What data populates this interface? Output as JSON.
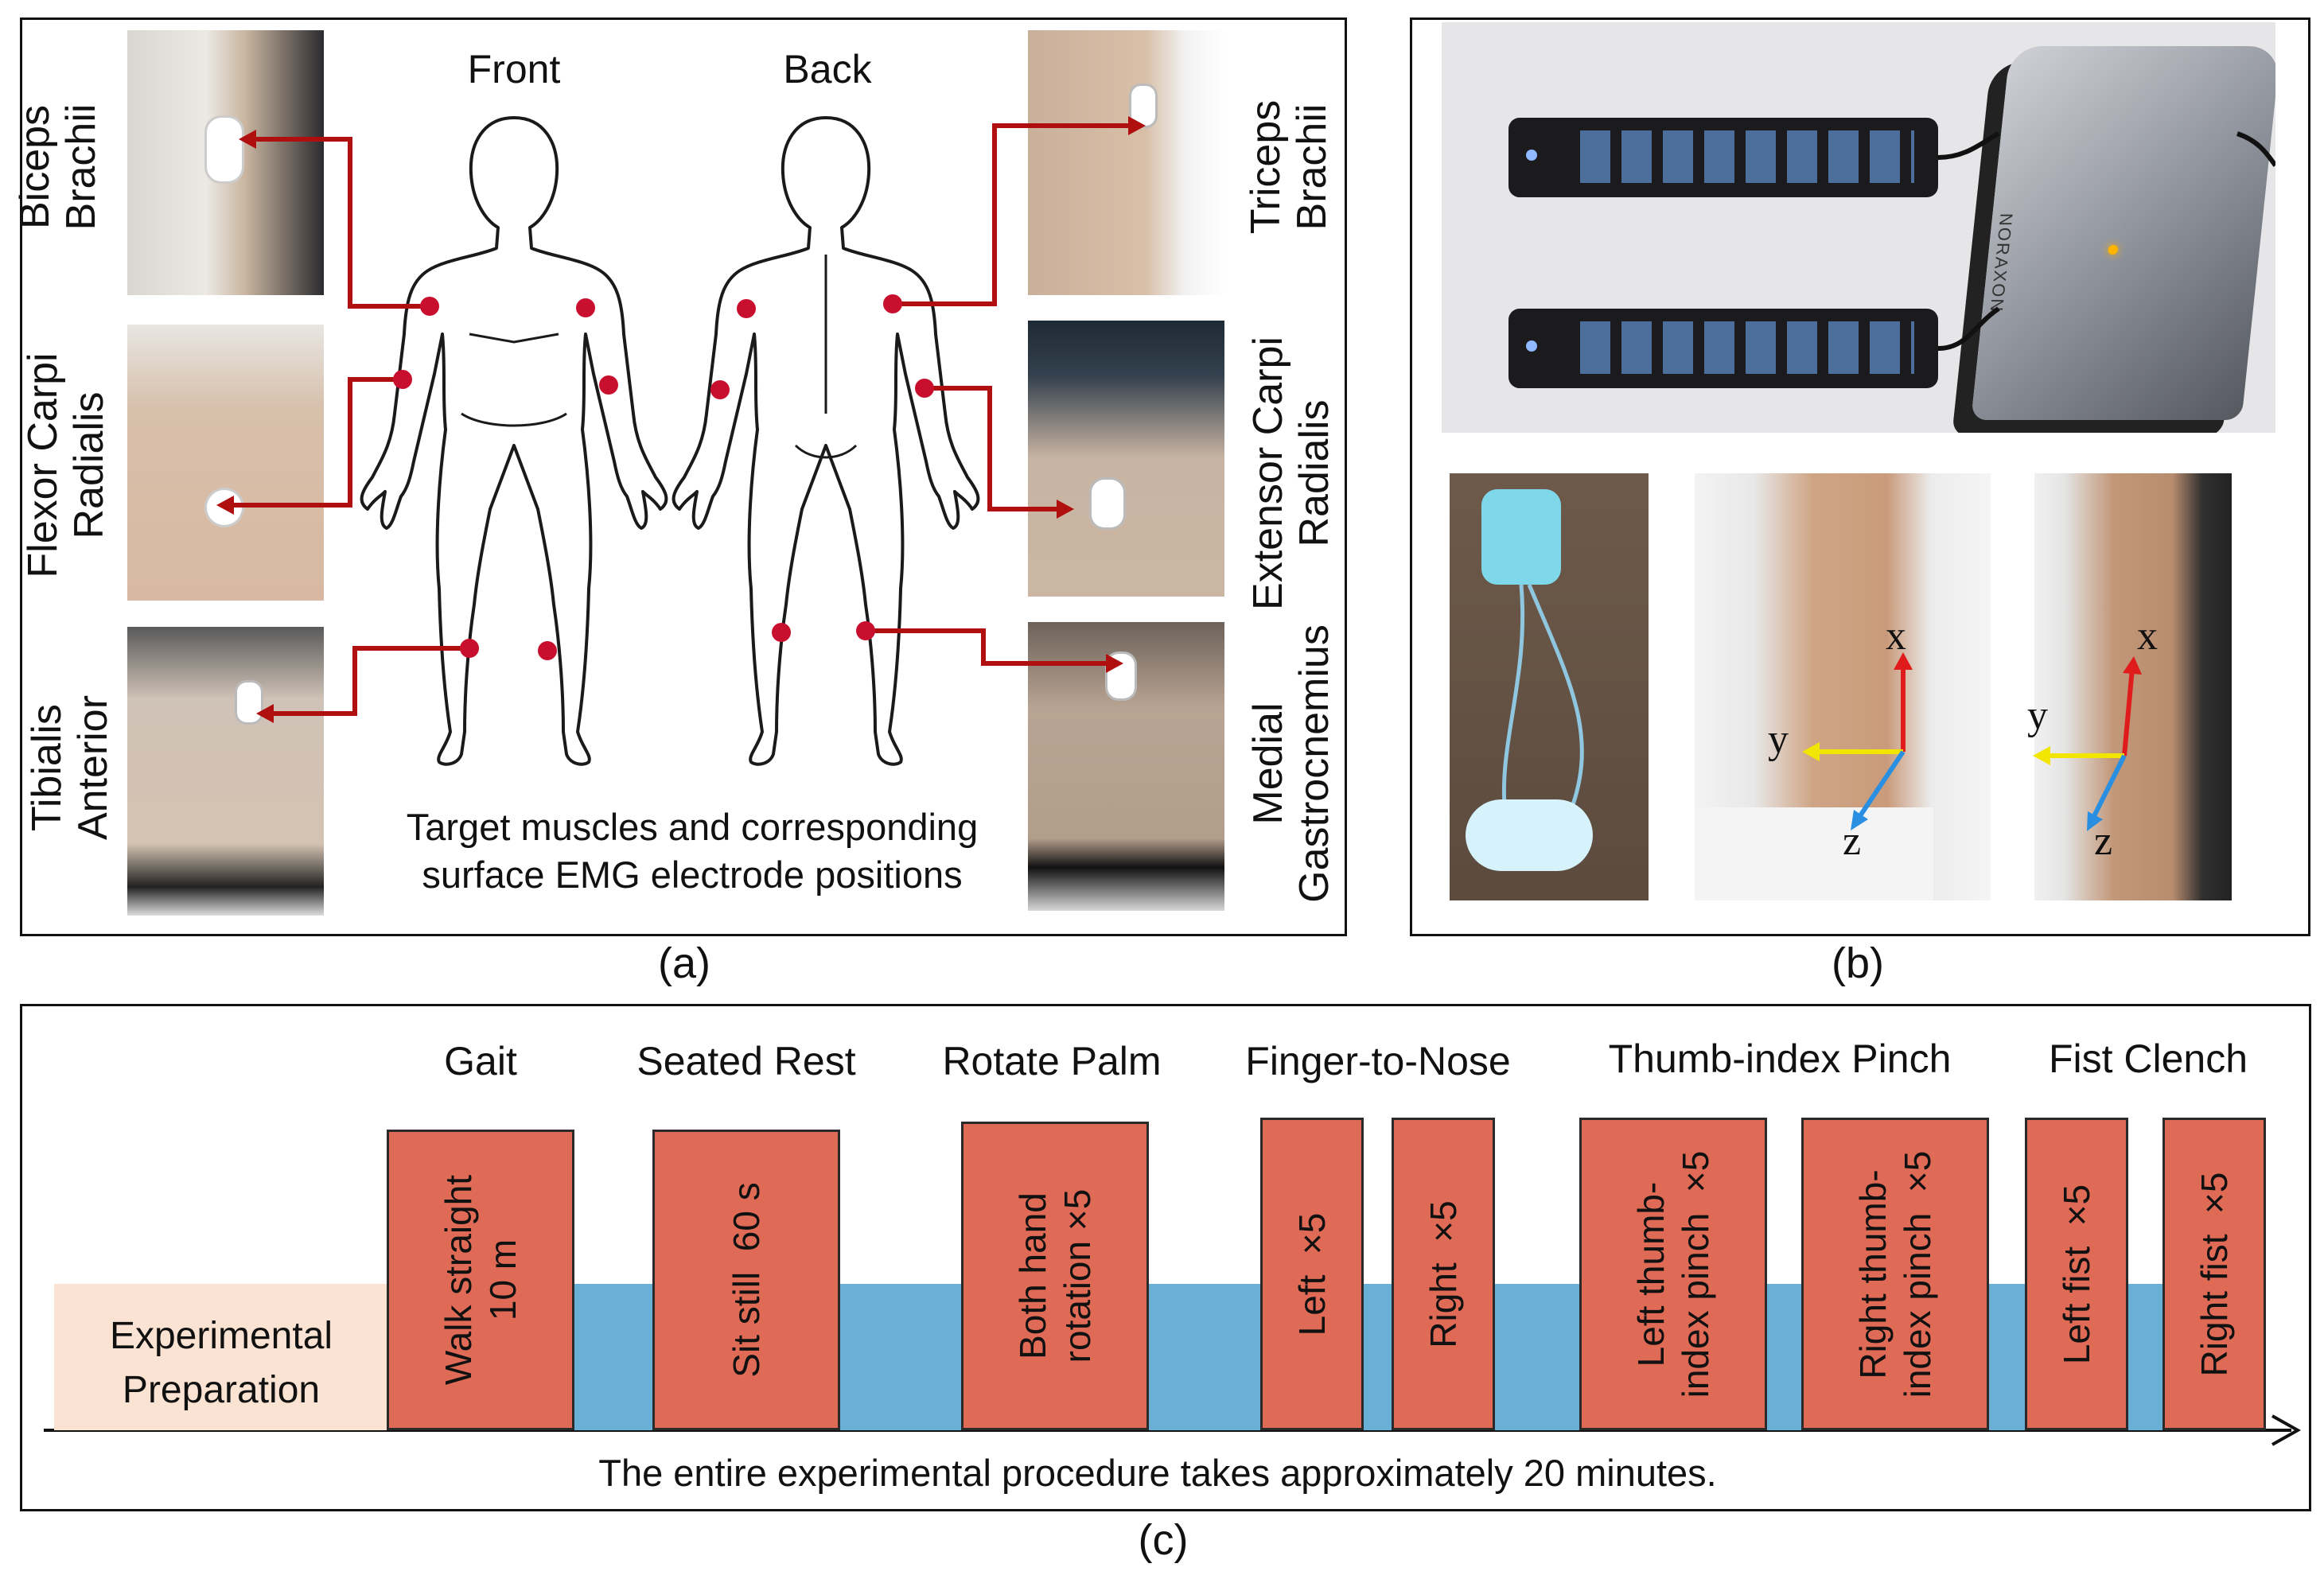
{
  "panel_a": {
    "caption": "(a)",
    "front_label": "Front",
    "back_label": "Back",
    "muscles": {
      "biceps": "Biceps\nBrachii",
      "flexor": "Flexor Carpi\nRadialis",
      "tibialis": "Tibialis\nAnterior",
      "triceps": "Triceps\nBrachii",
      "extensor": "Extensor Carpi\nRadialis",
      "gastrocnemius": "Medial\nGastrocnemius"
    },
    "description_line1": "Target muscles and corresponding",
    "description_line2": "surface EMG electrode positions"
  },
  "panel_b": {
    "caption": "(b)",
    "device_brand": "NORAXON",
    "axes": {
      "x": "x",
      "y": "y",
      "z": "z"
    }
  },
  "panel_c": {
    "caption": "(c)",
    "preparation_line1": "Experimental",
    "preparation_line2": "Preparation",
    "footer": "The entire experimental procedure takes approximately 20 minutes.",
    "groups": [
      {
        "heading": "Gait"
      },
      {
        "heading": "Seated Rest"
      },
      {
        "heading": "Rotate Palm"
      },
      {
        "heading": "Finger-to-Nose"
      },
      {
        "heading": "Thumb-index Pinch"
      },
      {
        "heading": "Fist Clench"
      }
    ],
    "steps": [
      {
        "text": "Walk straight\n10 m"
      },
      {
        "text": "Sit still  60 s"
      },
      {
        "text": "Both hand\nrotation ×5"
      },
      {
        "text": "Left  ×5"
      },
      {
        "text": "Right  ×5"
      },
      {
        "text": "Left thumb-\nindex pinch  ×5"
      },
      {
        "text": "Right thumb-\nindex pinch  ×5"
      },
      {
        "text": "Left fist  ×5"
      },
      {
        "text": "Right fist  ×5"
      }
    ]
  },
  "colors": {
    "electrode_dot": "#c8102e",
    "arrow": "#b00f0f",
    "step_block": "#df6b57",
    "timeline_band": "#6aafd6",
    "preparation_fill": "#fbe3d3",
    "axis_x": "#e01b1b",
    "axis_y": "#f2e600",
    "axis_z": "#2a8fe0"
  }
}
